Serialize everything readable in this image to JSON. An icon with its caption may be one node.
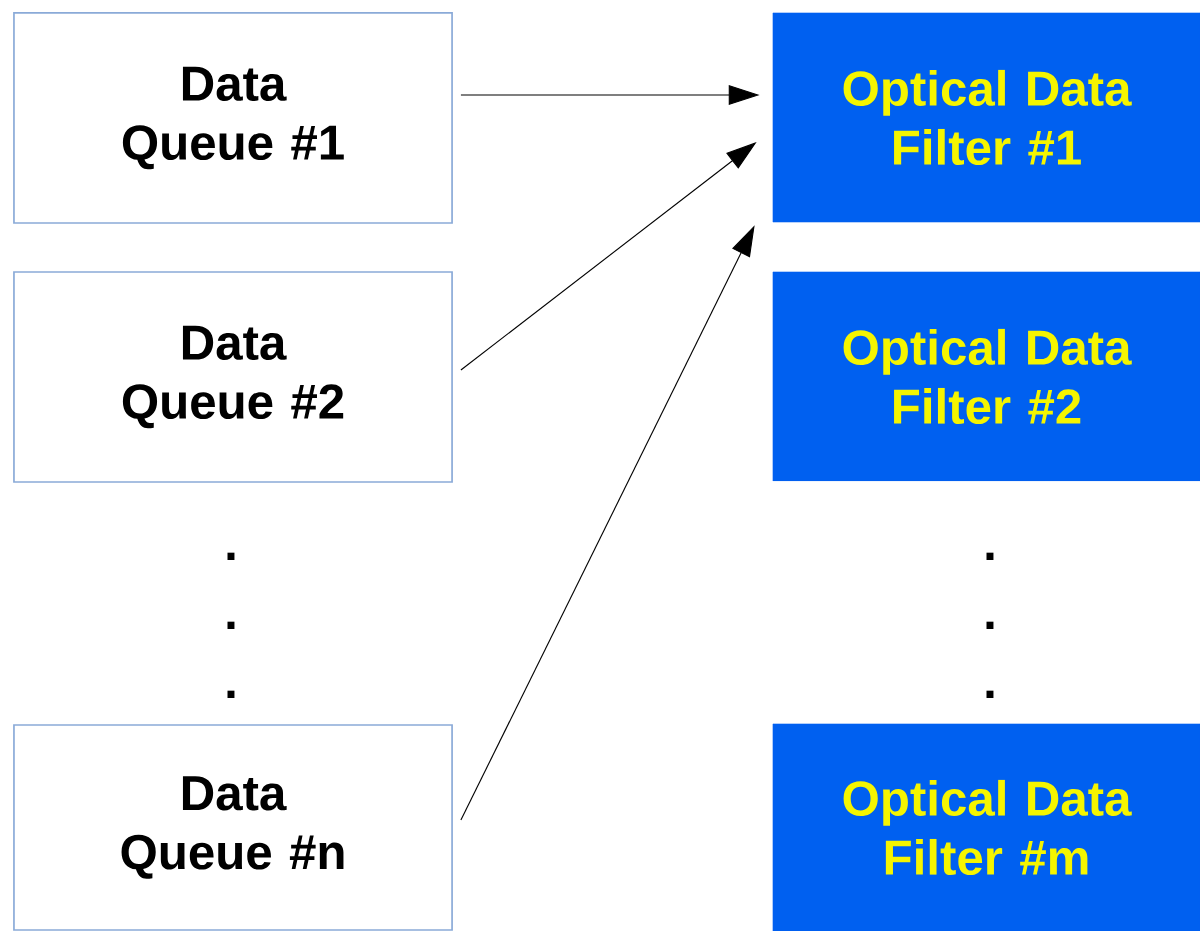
{
  "diagram": {
    "nodes": [
      {
        "text": [
          "Data Queue #1"
        ]
      },
      {
        "text": [
          "Data Queue #2"
        ]
      },
      {
        "text": [
          "Data Queue #n"
        ]
      },
      {
        "text": [
          "Optical Data Filter #1"
        ]
      },
      {
        "text": [
          "Optical Data Filter #2"
        ]
      },
      {
        "text": [
          "Optical Data Filter #m"
        ]
      }
    ],
    "edges": [
      {
        "from": 0,
        "to": 3,
        "arrow": "to"
      },
      {
        "from": 1,
        "to": 3,
        "arrow": "to"
      },
      {
        "from": 2,
        "to": 3,
        "arrow": "to"
      }
    ],
    "labels": [
      ".",
      ".",
      ".",
      ".",
      ".",
      "."
    ]
  }
}
